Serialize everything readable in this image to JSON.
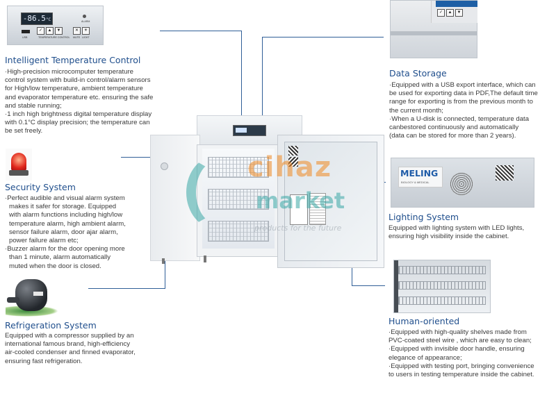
{
  "panel_display": {
    "temperature": "-86.5",
    "unit": "°C",
    "alarm_label": "ALARM",
    "usb_label": "USB",
    "panel_caption": "TEMPERATURE CONTROL",
    "mute_label": "MUTE",
    "light_label": "LIGHT"
  },
  "sections": {
    "temperature": {
      "title": "Intelligent Temperature Control",
      "lines": [
        "·High-precision microcomputer temperature",
        "control system with build-in control/alarm sensors",
        "for High/low temperature, ambient temperature",
        "and  evaporator temperature etc. ensuring the safe",
        "and stable running;",
        "·1 inch high brightness digital temperature display",
        "with 0.1°C display precision; the temperature can",
        "be set freely."
      ]
    },
    "security": {
      "title": "Security System",
      "lines": [
        "·Perfect audible and visual alarm system",
        "makes it safer for storage. Equipped",
        "with alarm functions including high/low",
        "temperature alarm, high ambient alarm,",
        "sensor failure alarm, door ajar alarm,",
        "power failure alarm etc;",
        "·Buzzer alarm for the door opening more",
        "than 1 minute, alarm automatically",
        "muted when the door is closed."
      ]
    },
    "refrigeration": {
      "title": "Refrigeration System",
      "lines": [
        "Equipped with a compressor supplied by an",
        "international famous brand, high-efficiency",
        "air-cooled condenser and finned evaporator,",
        "ensuring fast refrigeration."
      ]
    },
    "data_storage": {
      "title": "Data Storage",
      "lines": [
        "·Equipped with a USB export interface, which can",
        "be used for exporting data in PDF,The default time",
        "range for exporting is from the previous month to",
        "the current month;",
        "·When a U-disk is connected, temperature data",
        "canbestored continuously and automatically",
        "(data can be stored for more than 2 years)."
      ]
    },
    "lighting": {
      "title": "Lighting System",
      "lines": [
        "Equipped with lighting system with LED lights,",
        "ensuring high visibility inside the cabinet."
      ]
    },
    "human": {
      "title": "Human-oriented",
      "lines": [
        "·Equipped with high-quality shelves made  from",
        "PVC-coated steel wire , which are easy to clean;",
        "·Equipped with invisible door handle, ensuring",
        "elegance of appearance;",
        "·Equipped with testing port, bringing convenience",
        "to users in testing temperature inside the cabinet."
      ]
    }
  },
  "brand_logo": "MELING",
  "brand_sub": "BIOLOGY & MEDICAL",
  "watermark": {
    "word1": "cihaz",
    "word2": "market",
    "tagline": "products for the future"
  },
  "colors": {
    "title_blue": "#1f4e8c",
    "leader_line": "#2f5e97",
    "watermark_teal": "#3aa8a6",
    "watermark_orange": "#f08a24"
  }
}
